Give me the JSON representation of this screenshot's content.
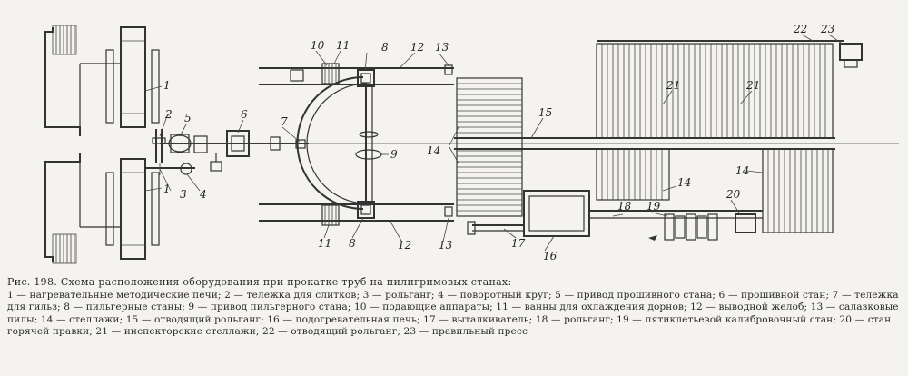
{
  "figure": {
    "labels": {
      "n1": "1",
      "n2": "2",
      "n3": "3",
      "n4": "4",
      "n5": "5",
      "n6": "6",
      "n7": "7",
      "n8": "8",
      "n9": "9",
      "n10": "10",
      "n11": "11",
      "n12": "12",
      "n13": "13",
      "n14": "14",
      "n15": "15",
      "n16": "16",
      "n17": "17",
      "n18": "18",
      "n19": "19",
      "n20": "20",
      "n21": "21",
      "n22": "22",
      "n23": "23"
    }
  },
  "caption": {
    "title": "Рис. 198. Схема расположения оборудования при прокатке труб на пилигримовых станах:",
    "body": "1 — нагревательные методические печи; 2 — тележка для слитков; 3 — рольганг; 4 — поворотный круг; 5 — привод прошивного стана; 6 — прошивной стан; 7 — тележка для гильз; 8 — пильгерные станы; 9 — привод пильгерного стана; 10 — подающие аппараты; 11 — ванны для охлаждения дорнов; 12 — выводной желоб; 13 — салазковые пилы; 14 — стеллажи; 15 — отводящий рольганг; 16 — подогревательная печь; 17 — выталкиватель; 18 — рольганг; 19 — пятиклетьевой калибровочный стан; 20 — стан горячей правки; 21 — инспекторские стеллажи; 22 — отводящий рольганг; 23 — правильный пресс"
  }
}
